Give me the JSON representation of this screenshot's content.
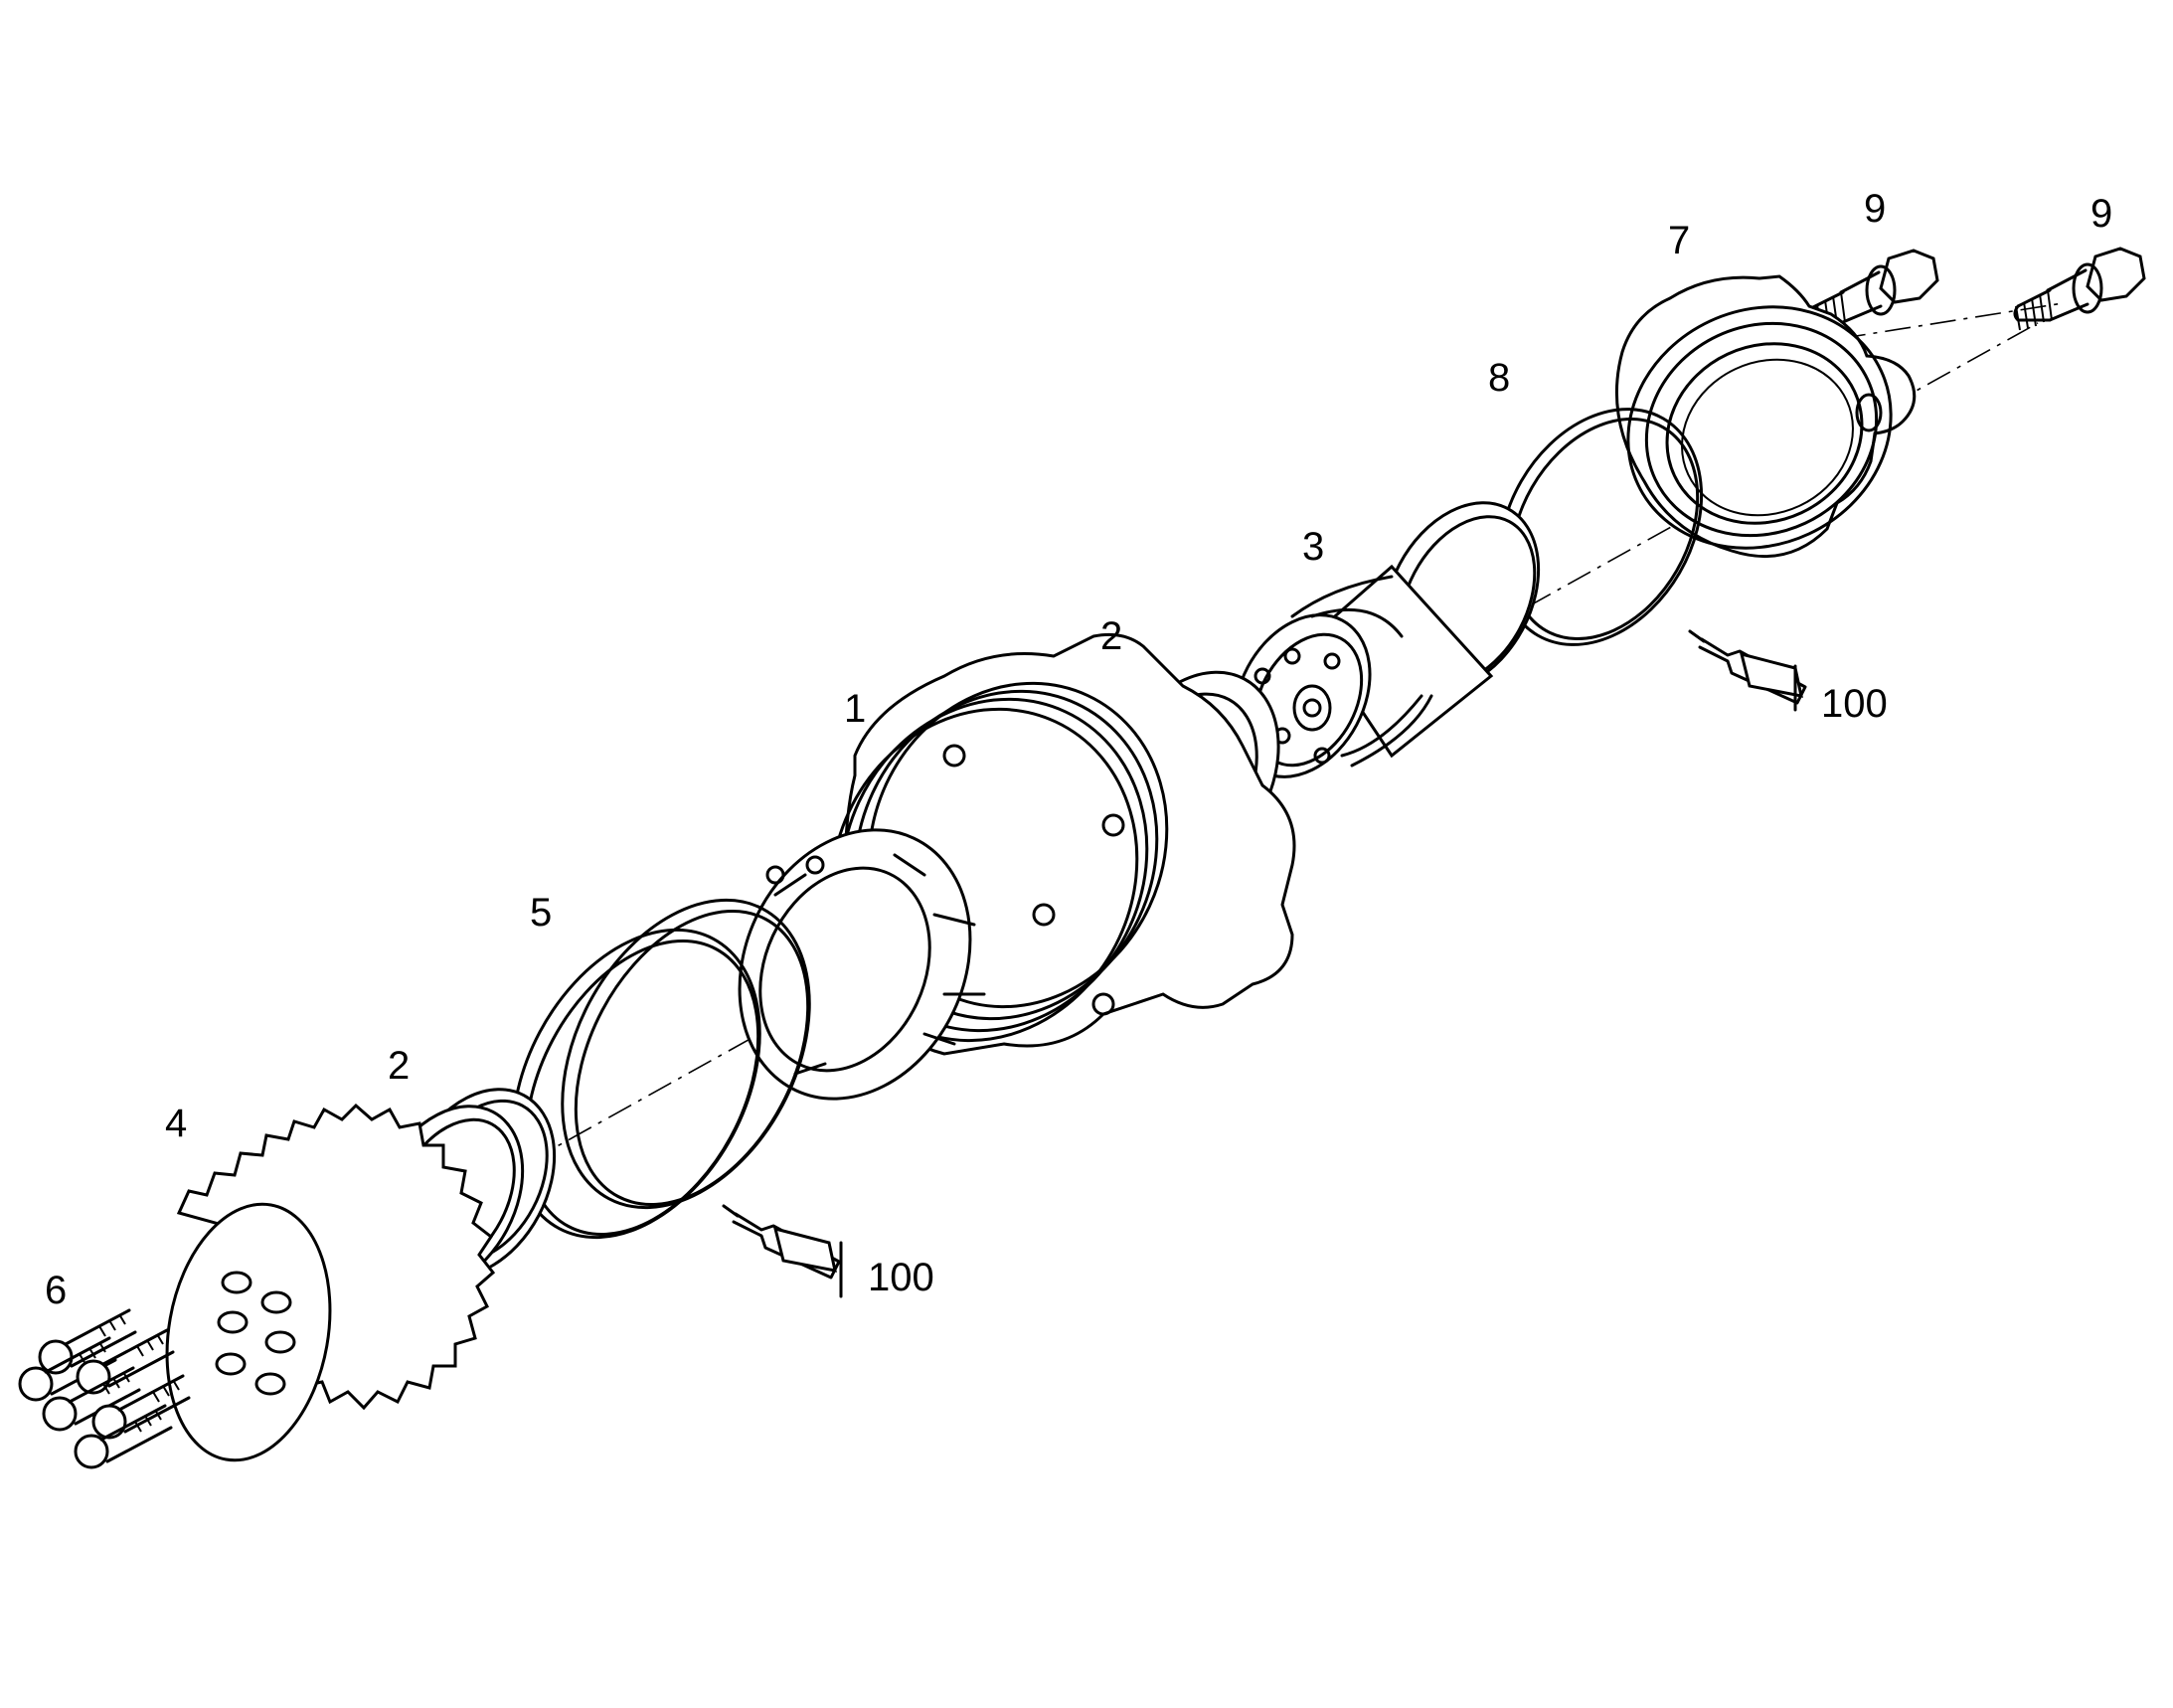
{
  "callouts": {
    "part_1": "1",
    "part_2_upper": "2",
    "part_2_lower": "2",
    "part_3": "3",
    "part_4": "4",
    "part_5": "5",
    "part_6": "6",
    "part_7": "7",
    "part_8": "8",
    "part_9_left": "9",
    "part_9_right": "9",
    "compound_upper": "100",
    "compound_lower": "100"
  },
  "colors": {
    "line": "#000000",
    "background": "#ffffff"
  }
}
